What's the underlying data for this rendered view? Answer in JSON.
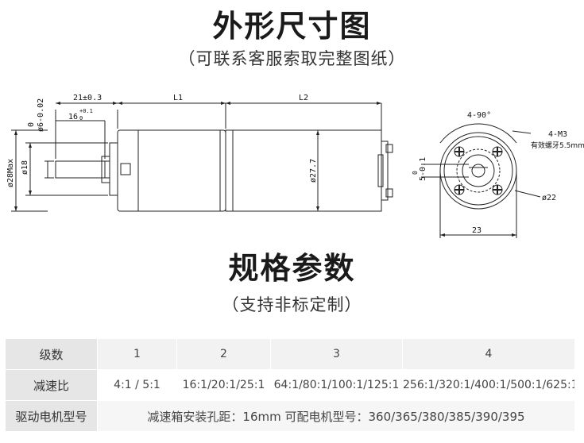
{
  "header": {
    "title": "外形尺寸图",
    "subtitle": "（可联系客服索取完整图纸）"
  },
  "spec": {
    "title": "规格参数",
    "subtitle": "（支持非标定制）",
    "rows": [
      {
        "label": "级数",
        "cells": [
          "1",
          "2",
          "3",
          "4"
        ]
      },
      {
        "label": "减速比",
        "cells": [
          "4:1 / 5:1",
          "16:1/20:1/25:1",
          "64:1/80:1/100:1/125:1",
          "256:1/320:1/400:1/500:1/625:1"
        ]
      },
      {
        "label": "驱动电机型号",
        "note": "减速箱安装孔距：16mm   可配电机型号：360/365/380/385/390/395"
      }
    ]
  },
  "drawing": {
    "dim_21": "21±0.3",
    "dim_16_main": "16",
    "dim_16_tol_top": "+0.1",
    "dim_16_tol_bot": "0",
    "dim_L1": "L1",
    "dim_L2": "L2",
    "dim_shaft_tol_top": "0",
    "dim_shaft": "ø6-0.02",
    "dim_28": "ø28Max",
    "dim_18": "ø18",
    "dim_27_7": "ø27.7",
    "dim_angle": "4-90°",
    "dim_m3": "4-M3",
    "dim_thread": "有效螺牙5.5mm",
    "dim_5_tol_top": "0",
    "dim_5": "5-0.1",
    "dim_22": "ø22",
    "dim_23": "23"
  }
}
